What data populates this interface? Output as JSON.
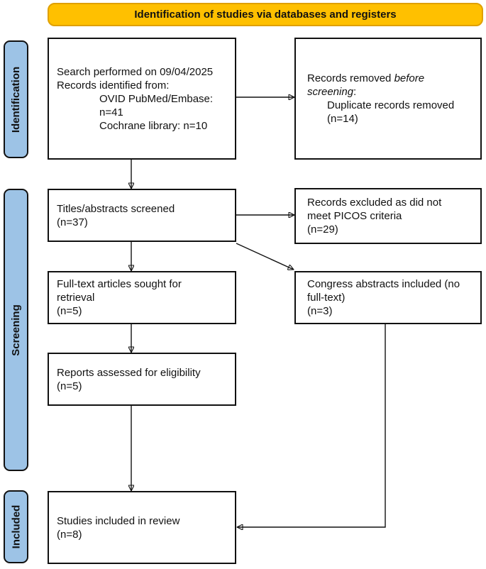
{
  "banner": {
    "label": "Identification of studies via databases and registers"
  },
  "colors": {
    "banner_fill": "#FFC000",
    "banner_border": "#DFA000",
    "stage_fill": "#9DC3E6"
  },
  "stages": [
    {
      "label": "Identification"
    },
    {
      "label": "Screening"
    },
    {
      "label": "Included"
    }
  ],
  "boxes": {
    "identified": {
      "lines": [
        {
          "text": "Search performed on 09/04/2025"
        },
        {
          "text": "Records identified from:"
        },
        {
          "text": "OVID PubMed/Embase: n=41",
          "indent": true
        },
        {
          "text": "Cochrane library: n=10",
          "indent": true
        }
      ]
    },
    "removed": {
      "lines": [
        {
          "segments": [
            {
              "text": "Records removed "
            },
            {
              "text": "before",
              "italic": true
            }
          ]
        },
        {
          "segments": [
            {
              "text": "screening",
              "italic": true
            },
            {
              "text": ":"
            }
          ]
        },
        {
          "text": "Duplicate records removed",
          "indent": true
        },
        {
          "text": "(n=14)",
          "indent": true
        }
      ]
    },
    "screened": {
      "lines": [
        {
          "text": "Titles/abstracts screened"
        },
        {
          "text": "(n=37)"
        }
      ]
    },
    "excluded": {
      "lines": [
        {
          "text": "Records excluded as did not"
        },
        {
          "text": "meet PICOS criteria"
        },
        {
          "text": "(n=29)"
        }
      ]
    },
    "fulltext": {
      "lines": [
        {
          "text": "Full-text articles sought for"
        },
        {
          "text": "retrieval"
        },
        {
          "text": "(n=5)"
        }
      ]
    },
    "congress": {
      "lines": [
        {
          "text": "Congress abstracts included (no"
        },
        {
          "text": "full-text)"
        },
        {
          "text": "(n=3)"
        }
      ]
    },
    "assessed": {
      "lines": [
        {
          "text": "Reports assessed for eligibility"
        },
        {
          "text": "(n=5)"
        }
      ]
    },
    "included": {
      "lines": [
        {
          "text": "Studies included in review"
        },
        {
          "text": "(n=8)"
        }
      ]
    }
  }
}
